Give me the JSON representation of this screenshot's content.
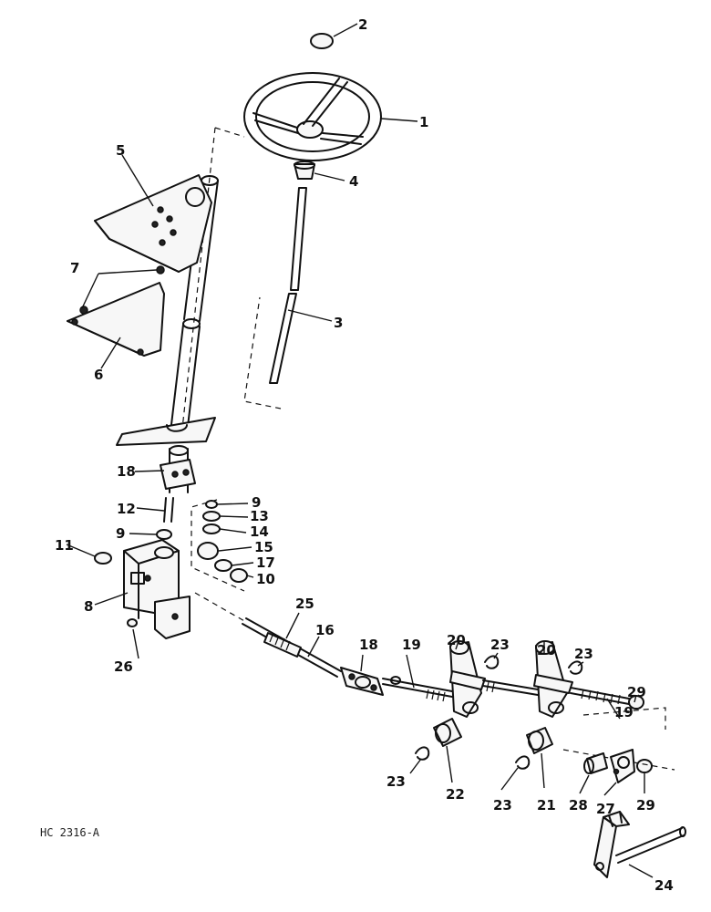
{
  "figure_code": "HC 2316-A",
  "callouts": {
    "c1": "1",
    "c2": "2",
    "c3": "3",
    "c4": "4",
    "c5": "5",
    "c6": "6",
    "c7": "7",
    "c8": "8",
    "c9a": "9",
    "c9b": "9",
    "c10": "10",
    "c11": "11",
    "c12": "12",
    "c13": "13",
    "c14": "14",
    "c15": "15",
    "c16": "16",
    "c17": "17",
    "c18a": "18",
    "c18b": "18",
    "c19a": "19",
    "c19b": "19",
    "c20a": "20",
    "c20b": "20",
    "c21": "21",
    "c22": "22",
    "c23a": "23",
    "c23b": "23",
    "c23c": "23",
    "c23d": "23",
    "c24": "24",
    "c25": "25",
    "c26": "26",
    "c27": "27",
    "c28": "28",
    "c29a": "29",
    "c29b": "29"
  }
}
